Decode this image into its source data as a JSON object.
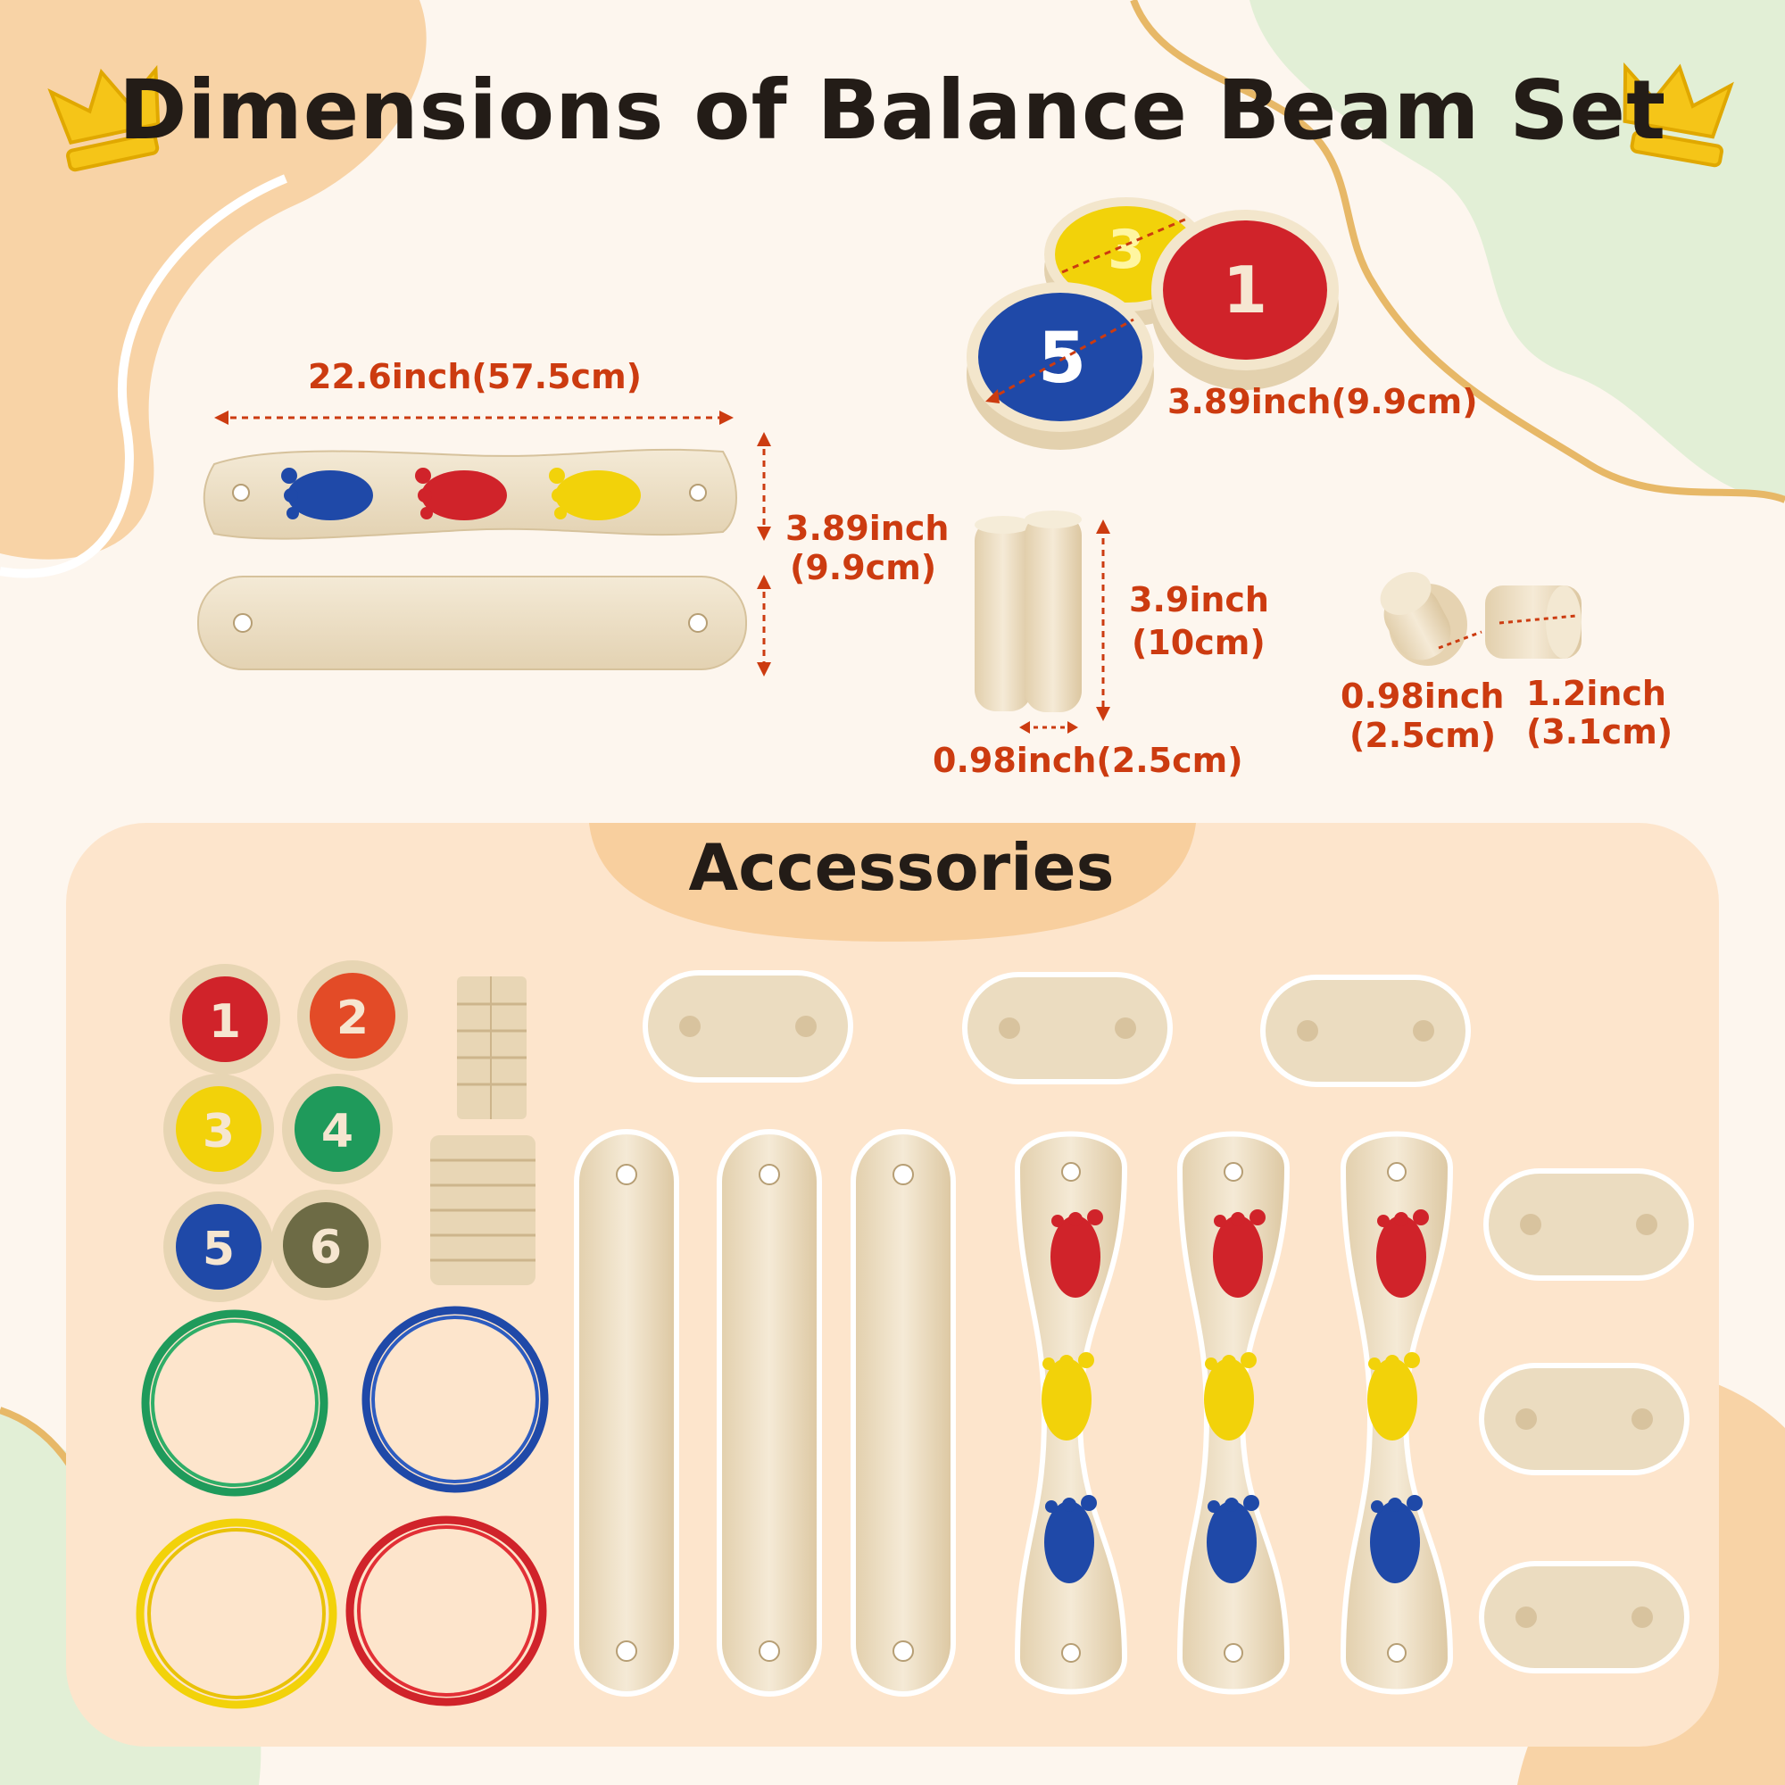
{
  "header": {
    "title": "Dimensions of Balance Beam Set"
  },
  "dimensions": {
    "beam_length": "22.6inch(57.5cm)",
    "beam_width_in": "3.89inch",
    "beam_width_cm": "(9.9cm)",
    "stone_diameter": "3.89inch(9.9cm)",
    "post_height_in": "3.9inch",
    "post_height_cm": "(10cm)",
    "post_diameter": "0.98inch(2.5cm)",
    "peg_diameter_in": "0.98inch",
    "peg_diameter_cm": "(2.5cm)",
    "peg_length_in": "1.2inch",
    "peg_length_cm": "(3.1cm)"
  },
  "accessories": {
    "title": "Accessories",
    "stones": [
      "1",
      "2",
      "3",
      "4",
      "5",
      "6"
    ],
    "stepping_stone_top": [
      "3",
      "1",
      "5"
    ]
  },
  "colors": {
    "red": "#d0232a",
    "blue": "#1f49a8",
    "yellow": "#f2d20a",
    "green": "#1f9a5b",
    "orange": "#e34b27",
    "olive": "#6d6b45",
    "wood": "#ede0c6",
    "accent": "#cc3b10"
  }
}
